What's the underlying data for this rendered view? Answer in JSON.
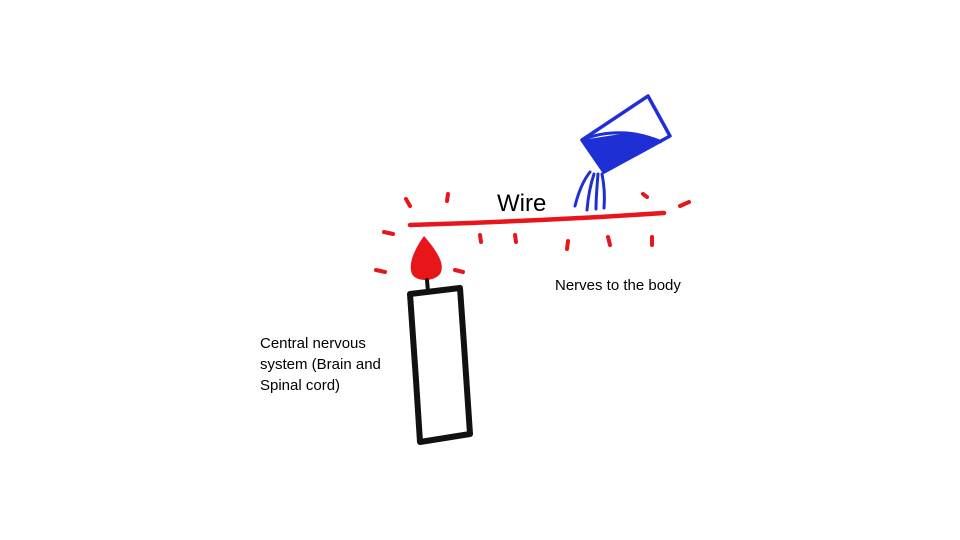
{
  "diagram": {
    "wire_label": "Wire",
    "nerves_label": "Nerves to the body",
    "cns_label": "Central nervous system (Brain and Spinal cord)",
    "colors": {
      "wire": "#e8161b",
      "flame": "#e8161b",
      "candle_outline": "#111111",
      "water": "#1f2fd6"
    }
  }
}
